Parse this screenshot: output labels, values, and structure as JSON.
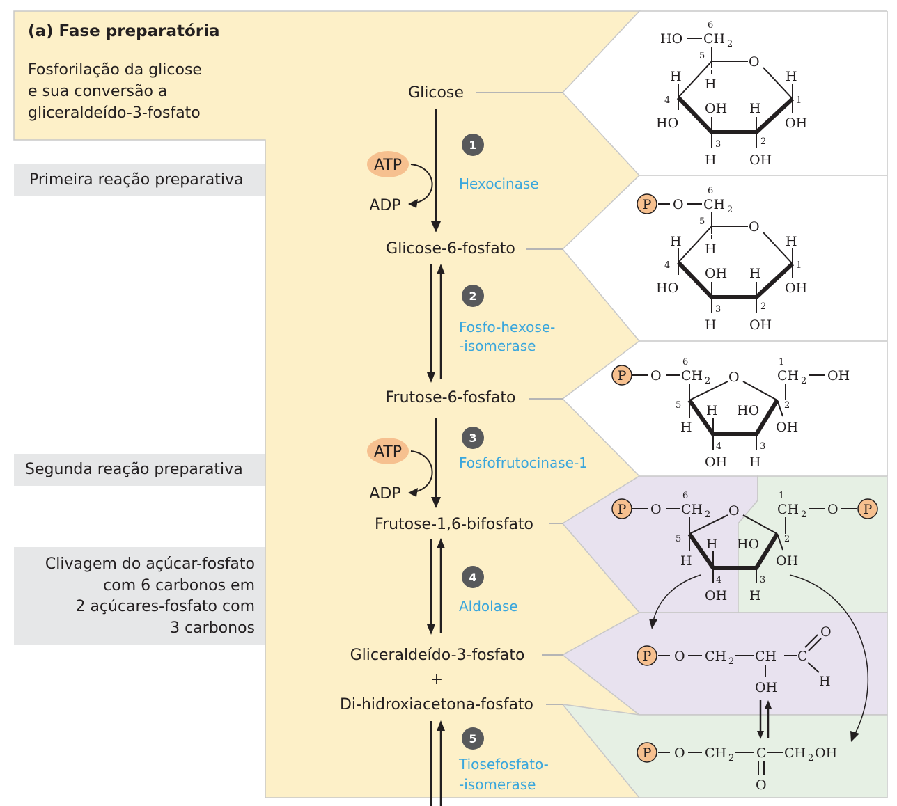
{
  "header": {
    "title": "(a)  Fase preparatória",
    "description": [
      "Fosforilação da glicose",
      "e sua conversão a",
      "gliceraldeído-3-fosfato"
    ]
  },
  "step_labels": {
    "first": "Primeira reação preparativa",
    "second": "Segunda reação preparativa",
    "cleavage": [
      "Clivagem do açúcar-fosfato",
      "com 6 carbonos em",
      "2 açúcares-fosfato com",
      "3 carbonos"
    ]
  },
  "metabolites": {
    "glucose": "Glicose",
    "g6p": "Glicose-6-fosfato",
    "f6p": "Frutose-6-fosfato",
    "f16bp": "Frutose-1,6-bifosfato",
    "gap": "Gliceraldeído-3-fosfato",
    "plus": "+",
    "dhap": "Di-hidroxiacetona-fosfato"
  },
  "cofactors": {
    "atp": "ATP",
    "adp": "ADP"
  },
  "steps": [
    {
      "number": "1",
      "enzyme": [
        "Hexocinase"
      ]
    },
    {
      "number": "2",
      "enzyme": [
        "Fosfo-hexose-",
        "-isomerase"
      ]
    },
    {
      "number": "3",
      "enzyme": [
        "Fosfofrutocinase-1"
      ]
    },
    {
      "number": "4",
      "enzyme": [
        "Aldolase"
      ]
    },
    {
      "number": "5",
      "enzyme": [
        "Tiosefosfato-",
        "-isomerase"
      ]
    }
  ],
  "chem": {
    "HO": "HO",
    "OH": "OH",
    "H": "H",
    "O": "O",
    "C": "C",
    "CH": "CH",
    "CH2": "CH",
    "two": "2",
    "P": "P",
    "CH2OH": "CH",
    "n1": "1",
    "n2": "2",
    "n3": "3",
    "n4": "4",
    "n5": "5",
    "n6": "6"
  },
  "colors": {
    "yellow_panel": "#fdf0c8",
    "purple_panel": "#e8e2ef",
    "green_panel": "#e6f0e4",
    "gray_label": "#e6e7e8",
    "enzyme_text": "#3aa6dc",
    "step_circle": "#58595b",
    "phosphate": "#f6c08f",
    "atp_bubble": "#f6c08f"
  }
}
